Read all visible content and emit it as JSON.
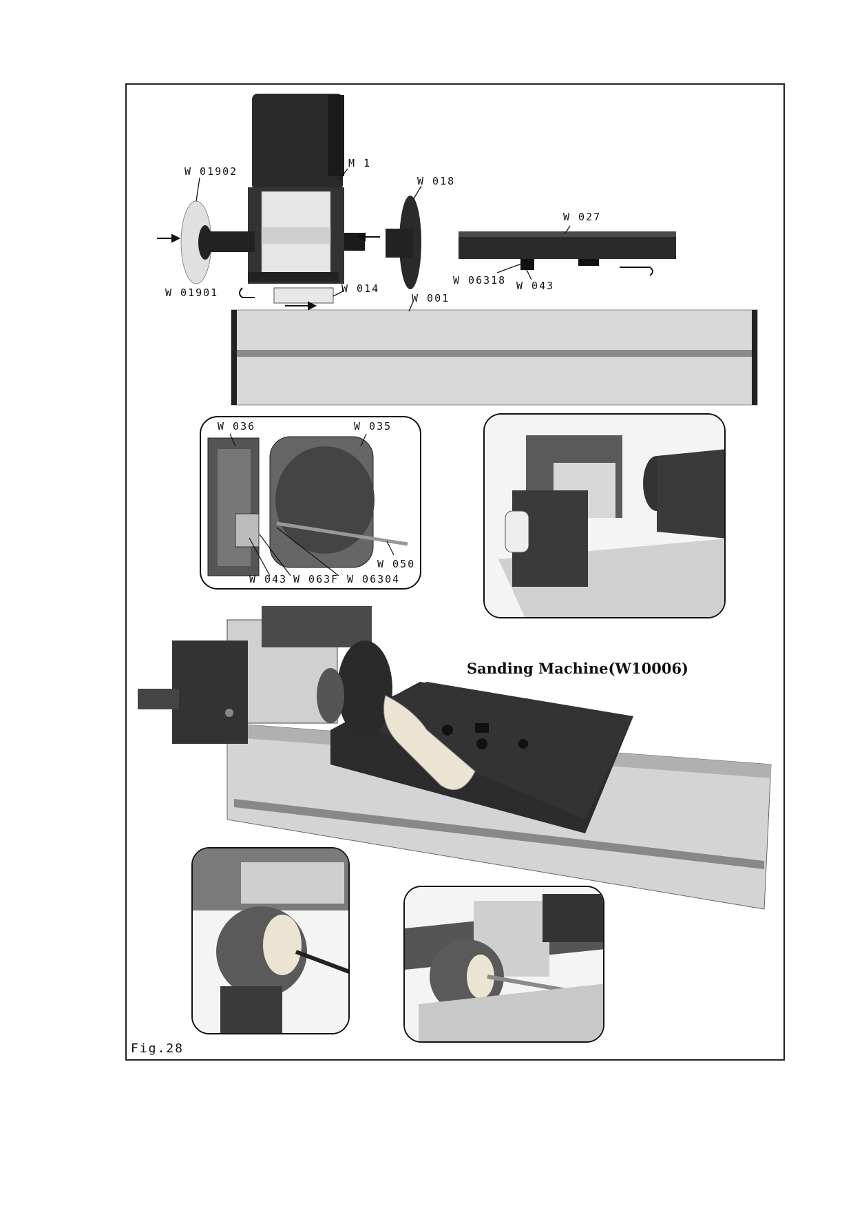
{
  "figure_label": "Fig.28",
  "title": "Sanding Machine(W10006)",
  "part_labels": {
    "w01902": "W 01902",
    "m1": "M 1",
    "w018": "W 018",
    "w027": "W 027",
    "w06318": "W 06318",
    "w043_top": "W 043",
    "w01901": "W 01901",
    "w014": "W 014",
    "w001": "W 001",
    "w036": "W 036",
    "w035": "W 035",
    "w050": "W 050",
    "w043_bottom": "W 043",
    "w063f": "W 063F",
    "w06304": "W 06304"
  },
  "icons": {
    "arrow": "double-right-arrow",
    "curved_arrow": "curved-return-arrow"
  }
}
